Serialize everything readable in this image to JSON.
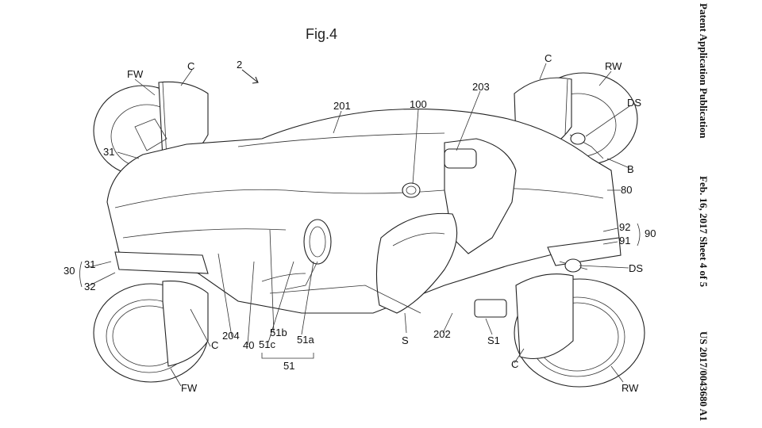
{
  "figure": {
    "title": "Fig.4"
  },
  "header": {
    "publication_type": "Patent Application Publication",
    "date_sheet": "Feb. 16, 2017  Sheet 4 of 5",
    "number": "US 2017/0043680 A1"
  },
  "labels": {
    "vehicle": "2",
    "fw_top": "FW",
    "c_top_left": "C",
    "c_top_right": "C",
    "rw_top": "RW",
    "ds_top": "DS",
    "l31_upper": "31",
    "l201": "201",
    "l100": "100",
    "l203": "203",
    "b": "B",
    "l80": "80",
    "l92": "92",
    "l91": "91",
    "l90": "90",
    "ds_bottom": "DS",
    "l30": "30",
    "l31_lower": "31",
    "l32": "32",
    "c_bottom_left": "C",
    "l204": "204",
    "l40": "40",
    "l51b": "51b",
    "l51c": "51c",
    "l51a": "51a",
    "l51": "51",
    "s": "S",
    "l202": "202",
    "s1": "S1",
    "c_bottom_right": "C",
    "fw_bottom": "FW",
    "rw_bottom": "RW"
  }
}
